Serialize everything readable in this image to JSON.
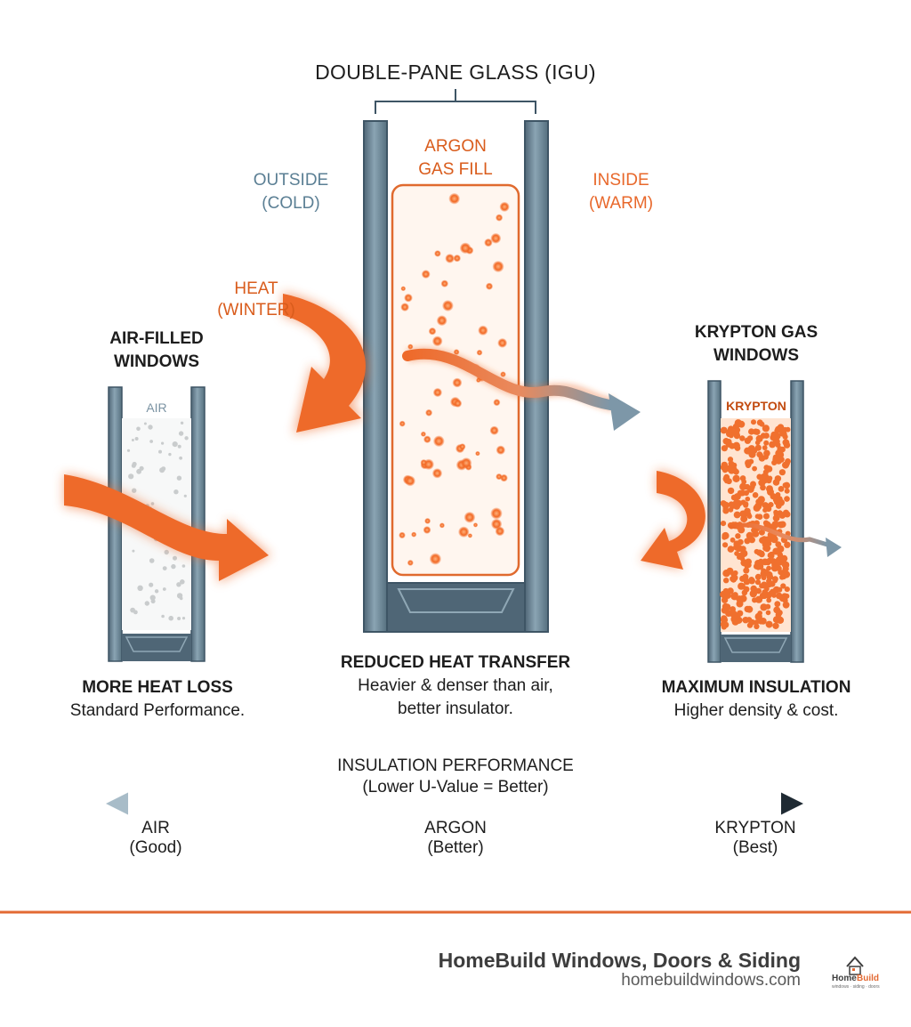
{
  "title": "DOUBLE-PANE GLASS (IGU)",
  "labels": {
    "outside": [
      "OUTSIDE",
      "(COLD)"
    ],
    "inside": [
      "INSIDE",
      "(WARM)"
    ],
    "heat": [
      "HEAT",
      "(WINTER)"
    ],
    "argon_fill": [
      "ARGON",
      "GAS FILL"
    ],
    "air_small": "AIR",
    "krypton_small": "KRYPTON"
  },
  "panels": {
    "air": {
      "heading": [
        "AIR-FILLED",
        "WINDOWS"
      ],
      "result": "MORE HEAT LOSS",
      "note": "Standard Performance."
    },
    "argon": {
      "result": "REDUCED HEAT TRANSFER",
      "note": [
        "Heavier & denser than air,",
        "better insulator."
      ]
    },
    "krypton": {
      "heading": [
        "KRYPTON GAS",
        "WINDOWS"
      ],
      "result": "MAXIMUM INSULATION",
      "note": "Higher density & cost."
    }
  },
  "scale": {
    "heading": "INSULATION PERFORMANCE",
    "subheading": "(Lower U-Value = Better)",
    "stops": [
      {
        "name": "AIR",
        "grade": "(Good)"
      },
      {
        "name": "ARGON",
        "grade": "(Better)"
      },
      {
        "name": "KRYPTON",
        "grade": "(Best)"
      }
    ]
  },
  "footer": {
    "company": "HomeBuild Windows, Doors & Siding",
    "url": "homebuildwindows.com",
    "logo_text": "HomeBuild",
    "logo_tagline": "windows · siding · doors"
  },
  "colors": {
    "accent_orange": "#ee6a2a",
    "glass_blue": "#7e99a9",
    "frame_dark": "#4f6676",
    "divider": "#e36a33"
  }
}
